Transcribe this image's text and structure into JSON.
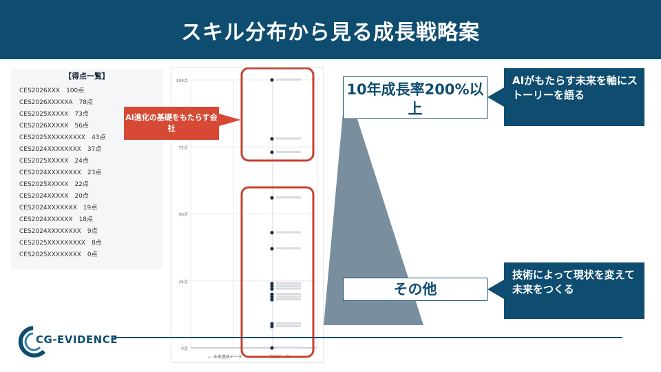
{
  "header": {
    "title": "スキル分布から見る成長戦略案"
  },
  "scores": {
    "title": "【得点一覧】",
    "items": [
      "CES2026XXX　100点",
      "CES2026XXXXXA　78点",
      "CES2025XXXXX　73点",
      "CES2026XXXXX　56点",
      "CES2025XXXXXXXXX　43点",
      "CES2024XXXXXXXX　37点",
      "CES2025XXXXX　24点",
      "CES2024XXXXXXXX　23点",
      "CES2025XXXXX　22点",
      "CES2024XXXXX　20点",
      "CES2024XXXXXXX　19点",
      "CES2024XXXXXX　18点",
      "CES2024XXXXXXXX　9点",
      "CES2025XXXXXXXXX　8点",
      "CES2025XXXXXXXX　0点"
    ]
  },
  "chart_data": {
    "type": "scatter",
    "y_ticks": [
      "100点",
      "75点",
      "50点",
      "25点",
      "0点"
    ],
    "ylim": [
      0,
      100
    ],
    "xlabels": [
      "← 未来連続データ",
      "未来データ →"
    ],
    "points": [
      100,
      78,
      73,
      56,
      43,
      37,
      24,
      23,
      22,
      20,
      19,
      18,
      9,
      8,
      0
    ],
    "grid": true
  },
  "callout": {
    "text": "AI進化の基礎をもたらす会社"
  },
  "pyramid": {
    "top_label": "10年成長率200%以上",
    "bottom_label": "その他"
  },
  "speech": {
    "top": "AIがもたらす未来を軸にストーリーを語る",
    "bottom": "技術によって現状を変えて未来をつくる"
  },
  "logo": {
    "text": "CG-EVIDENCE"
  },
  "colors": {
    "primary": "#0f4d70",
    "accent": "#d64a35",
    "pyramid": "#7a8f9e"
  }
}
